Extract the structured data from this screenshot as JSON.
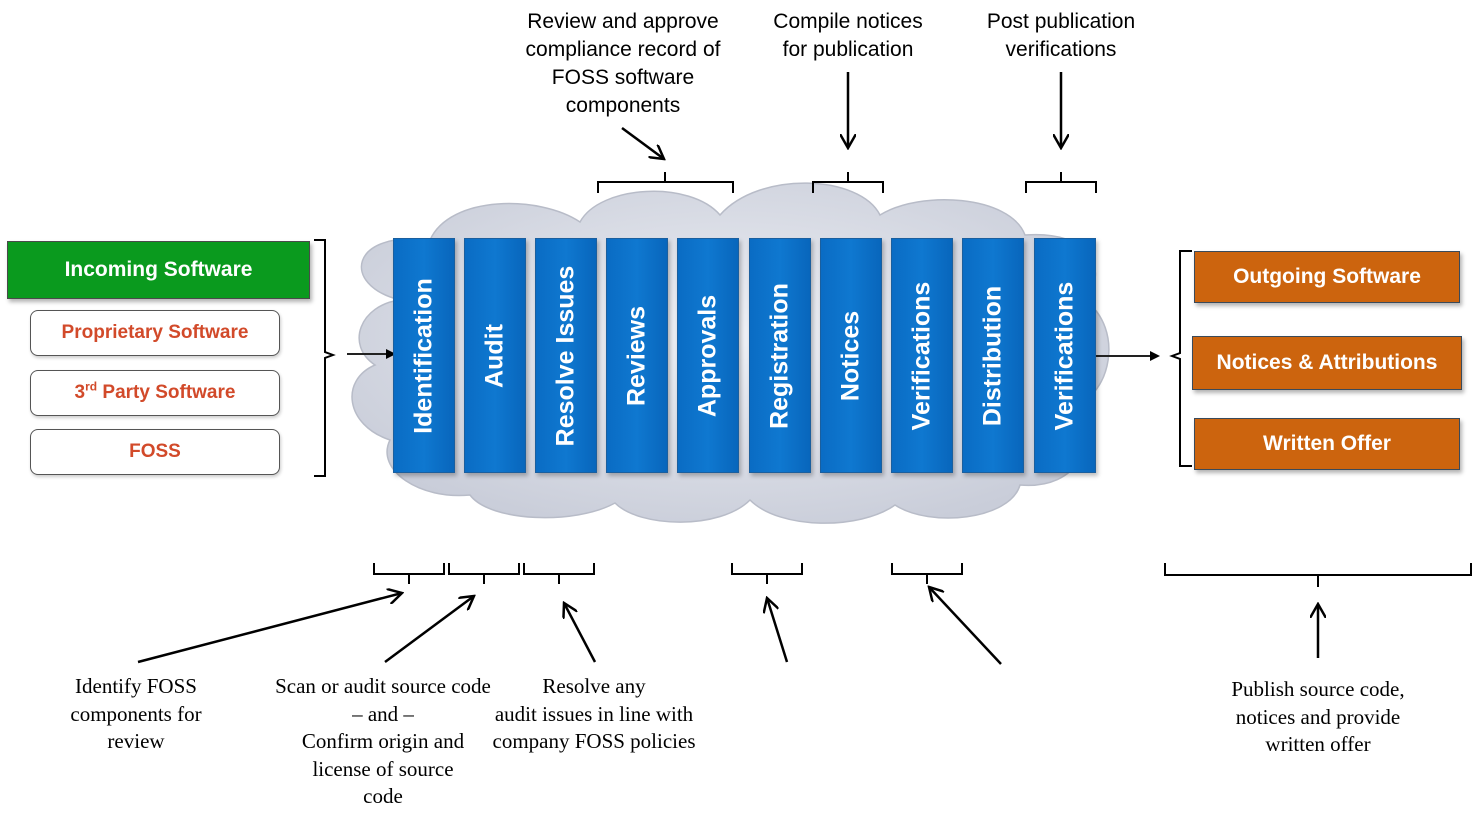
{
  "top_annotations": {
    "review": [
      "Review and approve",
      "compliance record of",
      "FOSS software",
      "components"
    ],
    "notices": [
      "Compile notices",
      "for publication"
    ],
    "post": [
      "Post publication",
      "verifications"
    ]
  },
  "stages": [
    "Identification",
    "Audit",
    "Resolve Issues",
    "Reviews",
    "Approvals",
    "Registration",
    "Notices",
    "Verifications",
    "Distribution",
    "Verifications"
  ],
  "incoming": {
    "title": "Incoming Software",
    "items": {
      "proprietary": "Proprietary Software",
      "third_party_prefix": "3",
      "third_party_sup": "rd",
      "third_party_rest": " Party Software",
      "foss": "FOSS"
    }
  },
  "outgoing": {
    "title": "Outgoing Software",
    "notices": "Notices & Attributions",
    "written_offer": "Written Offer"
  },
  "bottom_annotations": {
    "identify": [
      "Identify FOSS",
      "components for",
      "review"
    ],
    "scan": [
      "Scan or audit source code",
      "– and –",
      "Confirm origin and",
      "license of source",
      "code"
    ],
    "resolve": [
      "Resolve any",
      "audit issues in line with",
      "company FOSS policies"
    ],
    "publish": [
      "Publish source code,",
      "notices and provide",
      "written offer"
    ]
  },
  "colors": {
    "stage_blue": "#0a6cc4",
    "incoming_green": "#0a9a1e",
    "outgoing_orange": "#cc640e",
    "incoming_item_text": "#d24a2a",
    "cloud": "#d8dbe4"
  }
}
